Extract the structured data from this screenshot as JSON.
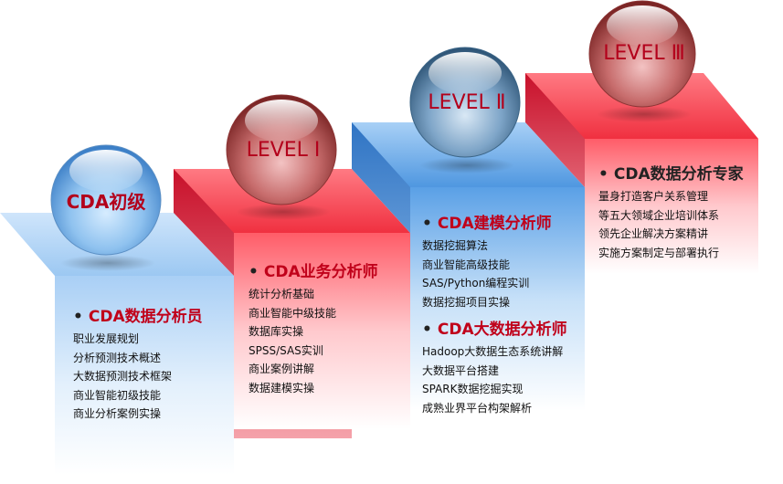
{
  "stages": [
    {
      "badge": "CDA初级",
      "blocks": [
        {
          "title": "CDA数据分析员",
          "items": [
            "职业发展规划",
            "分析预测技术概述",
            "大数据预测技术框架",
            "商业智能初级技能",
            "商业分析案例实操"
          ]
        }
      ]
    },
    {
      "badge": "LEVEL Ⅰ",
      "blocks": [
        {
          "title": "CDA业务分析师",
          "items": [
            "统计分析基础",
            "商业智能中级技能",
            "数据库实操",
            "SPSS/SAS实训",
            "商业案例讲解",
            "数据建模实操"
          ]
        }
      ]
    },
    {
      "badge": "LEVEL Ⅱ",
      "blocks": [
        {
          "title": "CDA建模分析师",
          "items": [
            "数据挖掘算法",
            "商业智能高级技能",
            "SAS/Python编程实训",
            "数据挖掘项目实操"
          ]
        },
        {
          "title": "CDA大数据分析师",
          "items": [
            "Hadoop大数据生态系统讲解",
            "大数据平台搭建",
            "SPARK数据挖掘实现",
            "成熟业界平台构架解析"
          ]
        }
      ]
    },
    {
      "badge": "LEVEL Ⅲ",
      "blocks": [
        {
          "title": "CDA数据分析专家",
          "items": [
            "量身打造客户关系管理",
            "等五大领域企业培训体系",
            "领先企业解决方案精讲",
            "实施方案制定与部署执行"
          ]
        }
      ]
    }
  ],
  "colors": {
    "step_blue": "#5aa0e6",
    "step_red": "#ff5c68",
    "title_red": "#c0001a"
  }
}
